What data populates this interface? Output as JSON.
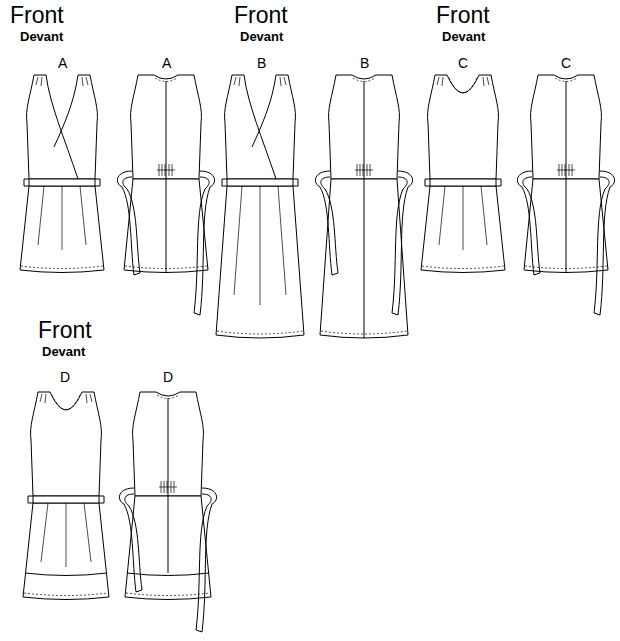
{
  "diagram": {
    "labels": [
      "Front",
      "Devant",
      "A",
      "A",
      "Front",
      "Devant",
      "B",
      "B",
      "Front",
      "Devant",
      "C",
      "C",
      "Front",
      "Devant",
      "D",
      "D"
    ]
  }
}
